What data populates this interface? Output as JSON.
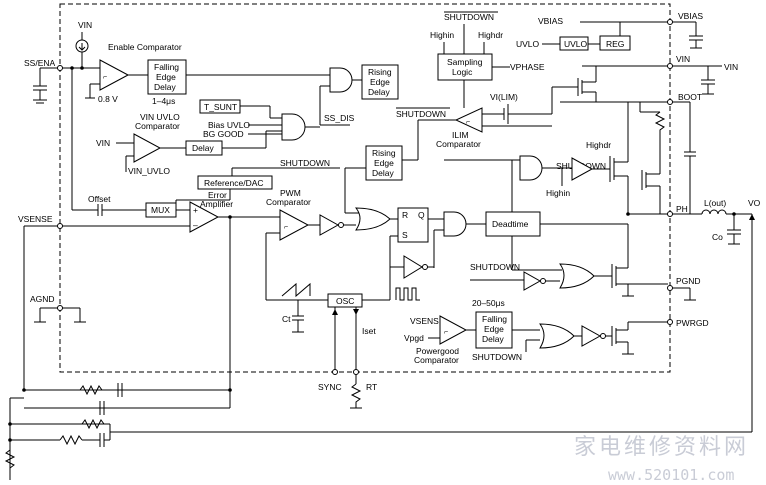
{
  "pins": {
    "ss_ena": "SS/ENA",
    "vsense": "VSENSE",
    "agnd": "AGND",
    "vin": "VIN",
    "vbias": "VBIAS",
    "boot": "BOOT",
    "ph": "PH",
    "pgnd": "PGND",
    "pwrgd": "PWRGD",
    "sync": "SYNC",
    "rt": "RT"
  },
  "blocks": {
    "enable_comparator": "Enable Comparator",
    "falling_edge_delay": [
      "Falling",
      "Edge",
      "Delay"
    ],
    "delay_1_4": "1–4μs",
    "v08": "0.8 V",
    "rising_edge_delay": [
      "Rising",
      "Edge",
      "Delay"
    ],
    "t_sunt": "T_SUNT",
    "bias_uvlo": "Bias UVLO",
    "bg_good": "BG GOOD",
    "ss_dis": "SS_DIS",
    "vin_uvlo_comparator": [
      "VIN UVLO",
      "Comparator"
    ],
    "vin_uvlo": "VIN_UVLO",
    "delay": "Delay",
    "reference_dac": "Reference/DAC",
    "offset": "Offset",
    "mux": "MUX",
    "error_amplifier": [
      "Error",
      "Amplifier"
    ],
    "pwm_comparator": [
      "PWM",
      "Comparator"
    ],
    "shutdown": "SHUTDOWN",
    "highin": "Highin",
    "highdr": "Highdr",
    "sampling_logic": [
      "Sampling",
      "Logic"
    ],
    "vphase": "VPHASE",
    "uvlo": "UVLO",
    "reg": "REG",
    "ilim": "VI(LIM)",
    "ilim_comparator": [
      "ILIM",
      "Comparator"
    ],
    "rising_edge_delay2": [
      "Rising",
      "Edge",
      "Delay"
    ],
    "deadtime": "Deadtime",
    "r": "R",
    "q": "Q",
    "s": "S",
    "osc": "OSC",
    "ct": "Ct",
    "iset": "Iset",
    "falling_edge_delay2": [
      "Falling",
      "Edge",
      "Delay"
    ],
    "delay_20_50": "20–50μs",
    "vpgd": "Vpgd",
    "powergood_comparator": [
      "Powergood",
      "Comparator"
    ],
    "lout": "L(out)",
    "vo": "VO",
    "co": "Co",
    "plus": "+",
    "minus": "–"
  },
  "watermark": {
    "cn": "家电维修资料网",
    "url": "www.520101.com"
  }
}
